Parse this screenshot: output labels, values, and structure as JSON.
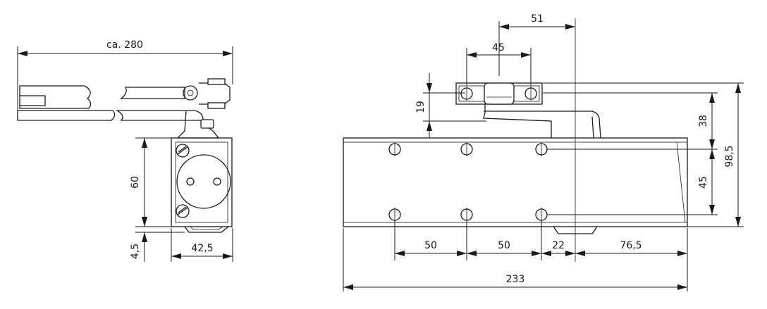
{
  "dimensions": {
    "overall_arm_length": "ca. 280",
    "side_height": "60",
    "side_offset": "4,5",
    "side_depth": "42,5",
    "bracket_offset": "51",
    "bracket_width": "45",
    "bracket_height": "19",
    "hole_to_top": "38",
    "hole_spacing_vertical": "45",
    "total_height": "98,5",
    "hole_spacing_1": "50",
    "hole_spacing_2": "50",
    "axis_offset": "22",
    "axis_to_end": "76,5",
    "body_length": "233"
  }
}
